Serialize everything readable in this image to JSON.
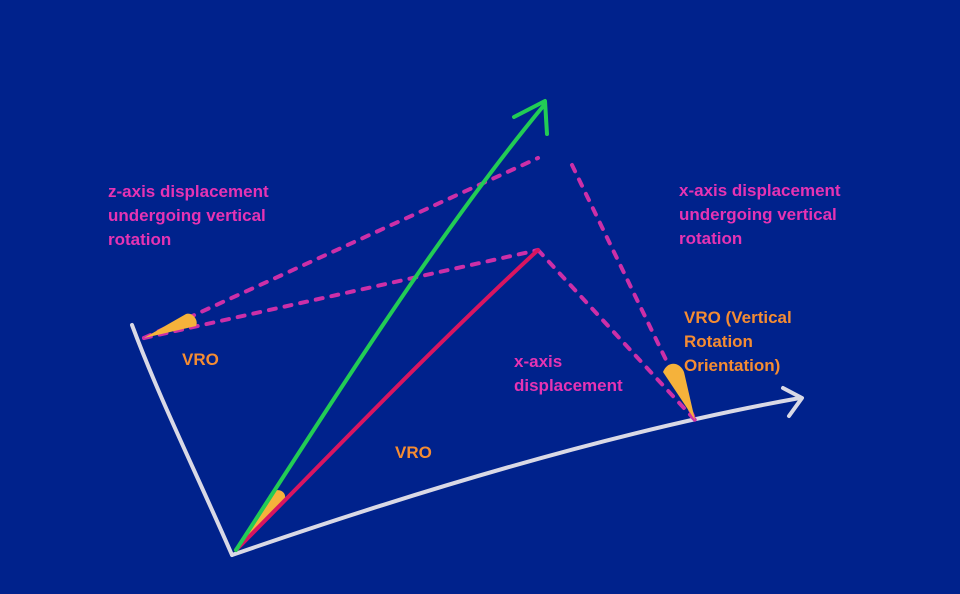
{
  "colors": {
    "background": "#00228c",
    "axis": "#d9d9e6",
    "green_vector": "#22cc55",
    "red_vector": "#d81560",
    "dashed": "#cc2fa8",
    "angle_wedge": "#f5b23b",
    "magenta_text": "#e633b3",
    "orange_text": "#f58c32"
  },
  "labels": {
    "z_axis_note": [
      "z-axis displacement",
      "undergoing vertical",
      "rotation"
    ],
    "x_axis_note": [
      "x-axis displacement",
      "undergoing vertical",
      "rotation"
    ],
    "x_axis_displacement": [
      "x-axis",
      "displacement"
    ],
    "vro_full": [
      "VRO (Vertical",
      "Rotation",
      "Orientation)"
    ],
    "vro_left": "VRO",
    "vro_center": "VRO"
  }
}
